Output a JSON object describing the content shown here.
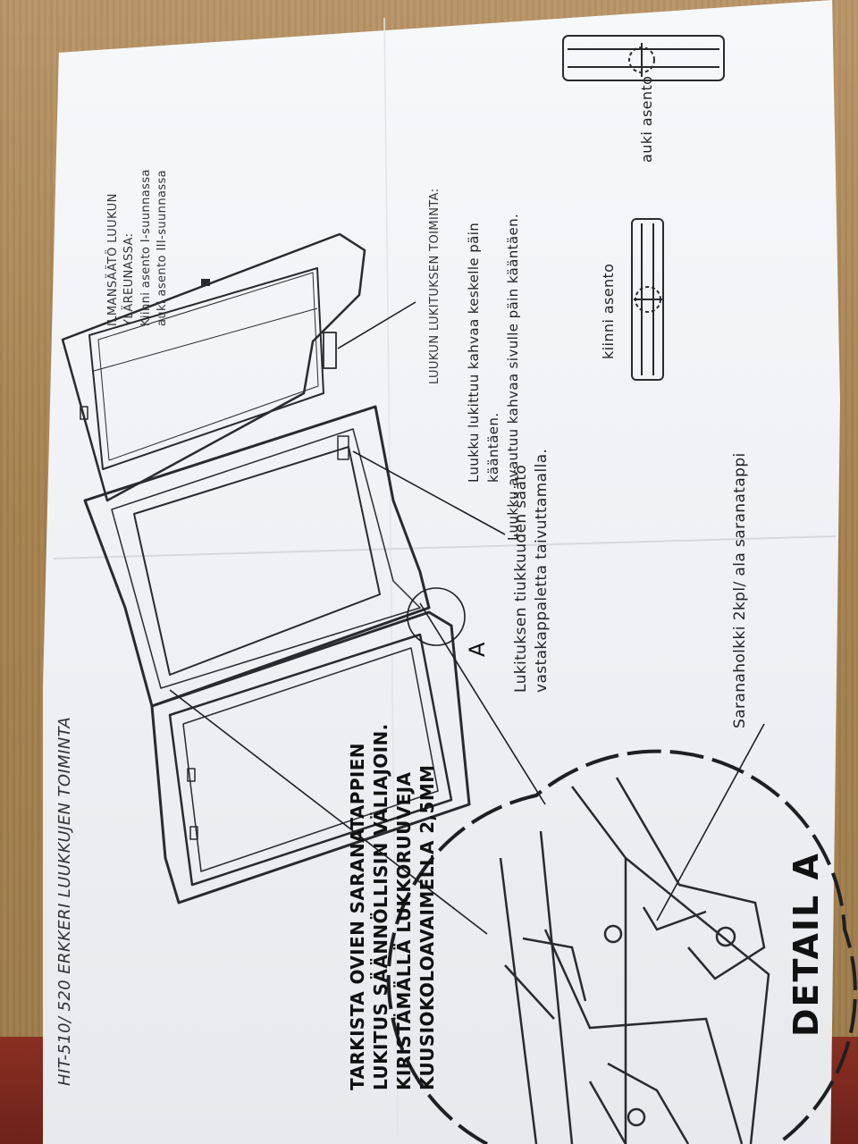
{
  "document": {
    "title": "HIT-510/ 520 ERKKERI LUUKKUJEN TOIMINTA",
    "check_instruction": [
      "TARKISTA OVIEN SARANATAPPIEN",
      "LUKITUS SÄÄNNÖLLISIN VÄLIAJOIN.",
      "KIRISTÄMÄLLÄ LUKKORUUVEJA",
      "KUUSIOKOLOAVAIMELLA 2,5MM"
    ],
    "detail_label": "DETAIL A",
    "detail_marker": "A",
    "hinge_note": "Saranaholkki 2kpl/ ala saranatappi",
    "lock_adjust_note": [
      "Lukituksen tiukkuuden säätö",
      "vastakappaletta taivuttamalla."
    ],
    "lock_function": {
      "heading": "LUUKUN LUKITUKSEN TOIMINTA:",
      "lines": [
        "Luukku lukittuu kahvaa keskelle päin",
        "kääntäen.",
        "Luukku avautuu kahvaa sivulle päin kääntäen."
      ]
    },
    "air_vent": {
      "lines": [
        "ILMANSÄÄTÖ LUUKUN",
        "YLÄREUNASSA:",
        "Kiinni asento I-suunnassa",
        "auki asento III-suunnassa"
      ]
    },
    "position_closed": "kiinni asento",
    "position_open": "auki asento"
  },
  "colors": {
    "paper": "#f2f3f5",
    "ink": "#1f1f22",
    "cardboard": "#a8875a"
  }
}
